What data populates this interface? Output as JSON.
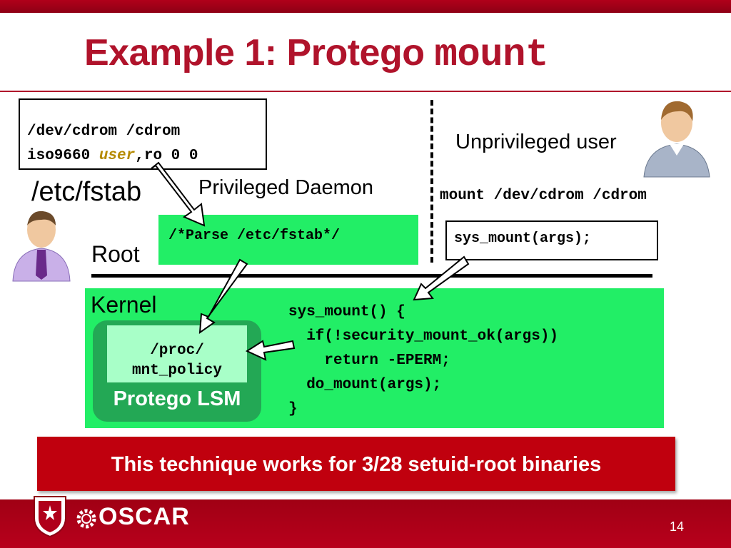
{
  "title": {
    "text": "Example 1: Protego",
    "code": "mount"
  },
  "fstab_entry": {
    "line1": "/dev/cdrom /cdrom",
    "line2_prefix": "iso9660 ",
    "line2_em": "user",
    "line2_suffix": ",ro 0 0"
  },
  "labels": {
    "fstab_path": "/etc/fstab",
    "daemon": "Privileged Daemon",
    "unprivileged": "Unprivileged user",
    "root": "Root",
    "kernel": "Kernel",
    "lsm": "Protego LSM"
  },
  "daemon_code": "/*Parse /etc/fstab*/",
  "user_command": "mount /dev/cdrom /cdrom",
  "syscall_bubble": "sys_mount(args);",
  "policy_file": {
    "line1": "/proc/",
    "line2": "mnt_policy"
  },
  "kernel_code": "sys_mount() {\n  if(!security_mount_ok(args))\n    return -EPERM;\n  do_mount(args);\n}",
  "banner": "This technique works for 3/28 setuid-root binaries",
  "footer": {
    "logo_text": "OSCAR",
    "page_number": "14"
  },
  "colors": {
    "brand_red": "#b0132b",
    "kernel_green": "#22ee66",
    "lsm_green": "#23a855",
    "banner_red": "#c0000e"
  },
  "icons": [
    "admin-user-icon",
    "unprivileged-user-icon",
    "university-shield-logo",
    "gear-icon"
  ]
}
